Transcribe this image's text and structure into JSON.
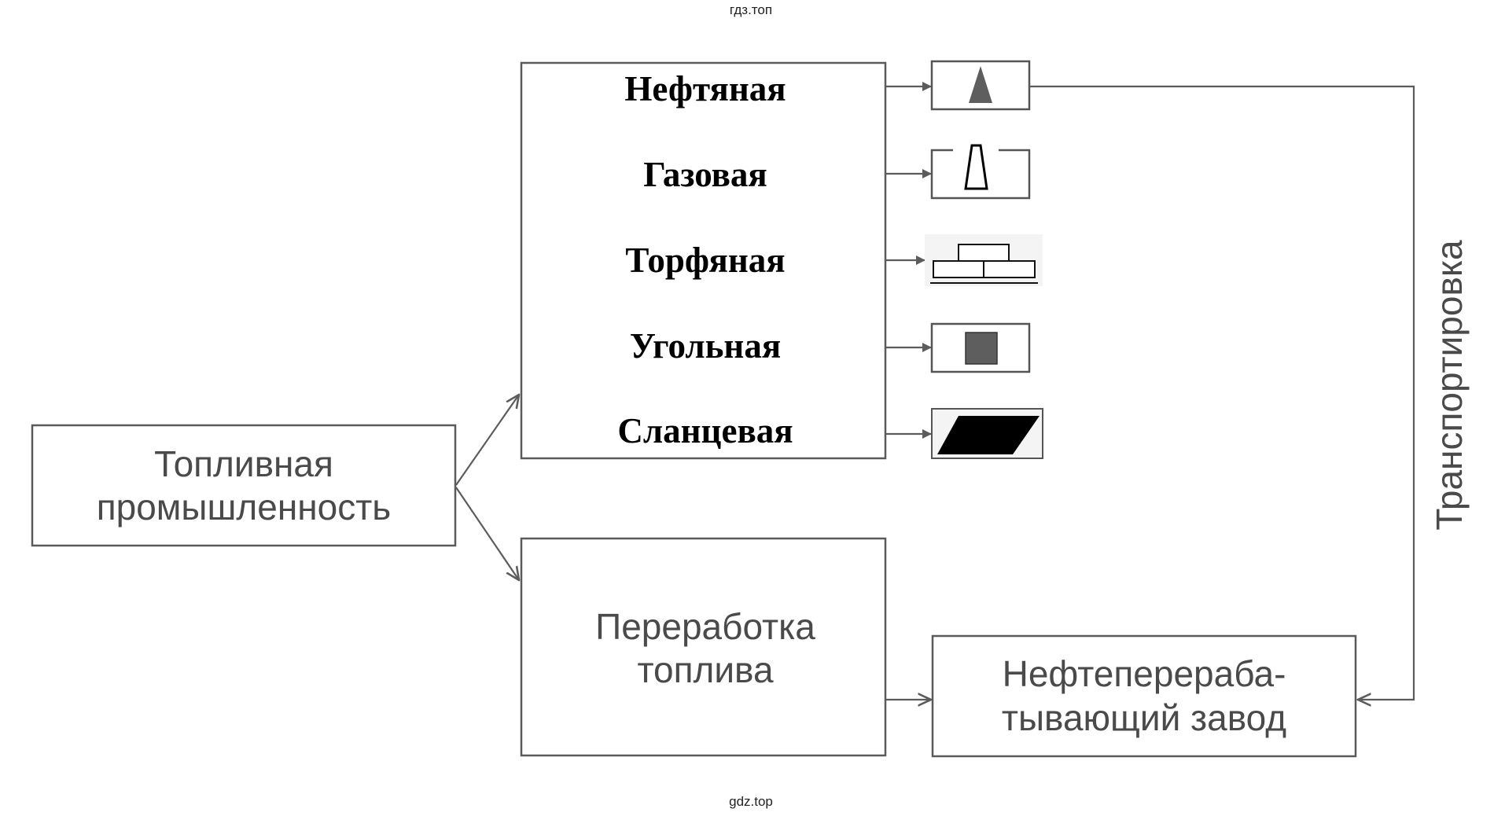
{
  "watermark_top": "гдз.топ",
  "watermark_bottom": "gdz.top",
  "root": {
    "line1": "Топливная",
    "line2": "промышленность"
  },
  "branches": [
    {
      "label": "Нефтяная",
      "icon": "triangle-icon"
    },
    {
      "label": "Газовая",
      "icon": "trapezoid-icon"
    },
    {
      "label": "Торфяная",
      "icon": "bricks-icon"
    },
    {
      "label": "Угольная",
      "icon": "square-icon"
    },
    {
      "label": "Сланцевая",
      "icon": "parallelogram-icon"
    }
  ],
  "processing": {
    "line1": "Переработка",
    "line2": "топлива"
  },
  "refinery": {
    "line1": "Нефтеперераба-",
    "line2": "тывающий завод"
  },
  "transport_label": "Транспортировка",
  "colors": {
    "stroke": "#5a5a5a",
    "text_gray": "#4a4a4a",
    "icon_gray": "#5e5e5e",
    "icon_black": "#000000"
  }
}
